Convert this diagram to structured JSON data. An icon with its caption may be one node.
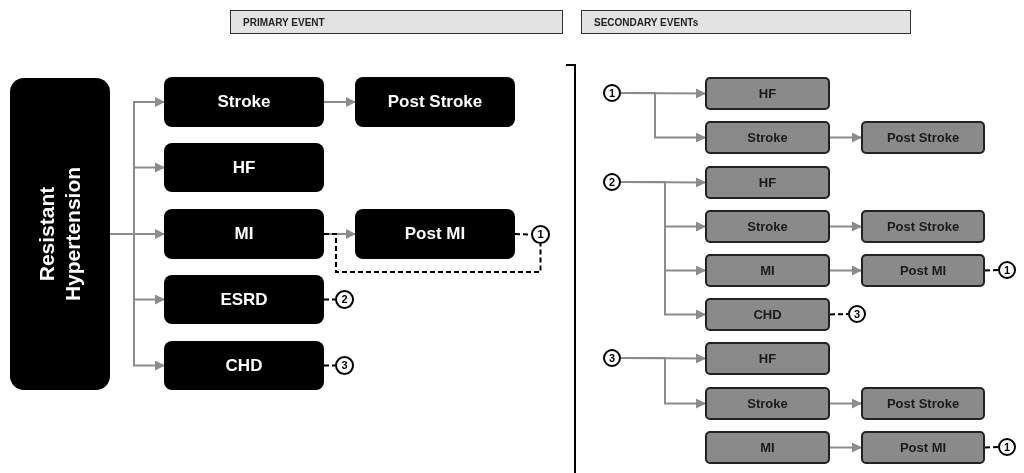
{
  "diagram": {
    "nodes": [
      {
        "text": [
          "PRIMARY EVENT"
        ]
      },
      {
        "text": [
          "SECONDARY EVENTs"
        ]
      },
      {
        "text": [
          "Resistant Hypertension"
        ]
      },
      {
        "text": [
          "Stroke"
        ]
      },
      {
        "text": [
          "Post Stroke"
        ]
      },
      {
        "text": [
          "HF"
        ]
      },
      {
        "text": [
          "MI"
        ]
      },
      {
        "text": [
          "Post MI"
        ]
      },
      {
        "text": [
          "1"
        ]
      },
      {
        "text": [
          "ESRD"
        ]
      },
      {
        "text": [
          "2"
        ]
      },
      {
        "text": [
          "CHD"
        ]
      },
      {
        "text": [
          "3"
        ]
      },
      {
        "text": [
          "1"
        ]
      },
      {
        "text": [
          "HF"
        ]
      },
      {
        "text": [
          "Stroke"
        ]
      },
      {
        "text": [
          "Post Stroke"
        ]
      },
      {
        "text": [
          "2"
        ]
      },
      {
        "text": [
          "HF"
        ]
      },
      {
        "text": [
          "Stroke"
        ]
      },
      {
        "text": [
          "Post Stroke"
        ]
      },
      {
        "text": [
          "MI"
        ]
      },
      {
        "text": [
          "Post MI"
        ]
      },
      {
        "text": [
          "1"
        ]
      },
      {
        "text": [
          "CHD"
        ]
      },
      {
        "text": [
          "3"
        ]
      },
      {
        "text": [
          "3"
        ]
      },
      {
        "text": [
          "HF"
        ]
      },
      {
        "text": [
          "Stroke"
        ]
      },
      {
        "text": [
          "Post Stroke"
        ]
      },
      {
        "text": [
          "MI"
        ]
      },
      {
        "text": [
          "Post MI"
        ]
      },
      {
        "text": [
          "1"
        ]
      }
    ],
    "edges": [
      {
        "from": 2,
        "to": 3,
        "arrow": "to"
      },
      {
        "from": 2,
        "to": 5,
        "arrow": "to"
      },
      {
        "from": 2,
        "to": 6,
        "arrow": "to"
      },
      {
        "from": 2,
        "to": 9,
        "arrow": "to"
      },
      {
        "from": 2,
        "to": 11,
        "arrow": "to"
      },
      {
        "from": 3,
        "to": 4,
        "arrow": "to"
      },
      {
        "from": 6,
        "to": 7,
        "arrow": "to"
      },
      {
        "from": 7,
        "to": 8,
        "arrow": "none",
        "style": "dashed",
        "color": "#000000"
      },
      {
        "from": 6,
        "to": 8,
        "arrow": "none",
        "style": "dashed",
        "color": "#000000"
      },
      {
        "from": 9,
        "to": 10,
        "arrow": "none",
        "style": "dashed",
        "color": "#000000"
      },
      {
        "from": 11,
        "to": 12,
        "arrow": "none",
        "style": "dashed",
        "color": "#000000"
      },
      {
        "from": 13,
        "to": 14,
        "arrow": "to"
      },
      {
        "from": 13,
        "to": 15,
        "arrow": "to"
      },
      {
        "from": 15,
        "to": 16,
        "arrow": "to"
      },
      {
        "from": 17,
        "to": 18,
        "arrow": "to"
      },
      {
        "from": 17,
        "to": 19,
        "arrow": "to"
      },
      {
        "from": 17,
        "to": 21,
        "arrow": "to"
      },
      {
        "from": 17,
        "to": 24,
        "arrow": "to"
      },
      {
        "from": 19,
        "to": 20,
        "arrow": "to"
      },
      {
        "from": 21,
        "to": 22,
        "arrow": "to"
      },
      {
        "from": 22,
        "to": 23,
        "arrow": "none",
        "style": "dashed",
        "color": "#000000"
      },
      {
        "from": 24,
        "to": 25,
        "arrow": "none",
        "style": "dashed",
        "color": "#000000"
      },
      {
        "from": 26,
        "to": 27,
        "arrow": "to"
      },
      {
        "from": 26,
        "to": 28,
        "arrow": "to"
      },
      {
        "from": 28,
        "to": 29,
        "arrow": "to"
      },
      {
        "from": 30,
        "to": 31,
        "arrow": "to"
      },
      {
        "from": 31,
        "to": 32,
        "arrow": "none",
        "style": "dashed",
        "color": "#000000"
      }
    ]
  }
}
